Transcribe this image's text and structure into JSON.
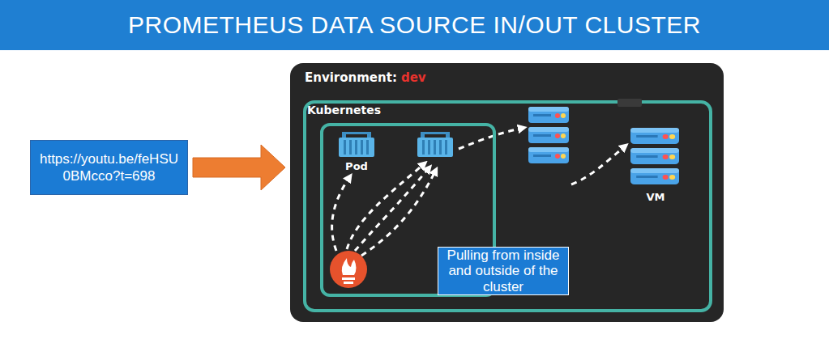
{
  "diagram": {
    "title": "PROMETHEUS DATA SOURCE IN/OUT CLUSTER",
    "nodes": [
      {
        "text": [
          "https://youtu.be/feHSU0BMcco?t=698"
        ]
      },
      {
        "text": [
          "Environment:",
          "dev"
        ]
      },
      {
        "text": [
          "Kubernetes"
        ],
        "in": 1
      },
      {
        "text": [
          "Pulling from inside and outside of the cluster"
        ],
        "in": 1
      }
    ],
    "edges": [
      {
        "from": 0,
        "to": 1,
        "arrow": "to"
      }
    ],
    "labels": [
      "Pod",
      "VM"
    ]
  }
}
